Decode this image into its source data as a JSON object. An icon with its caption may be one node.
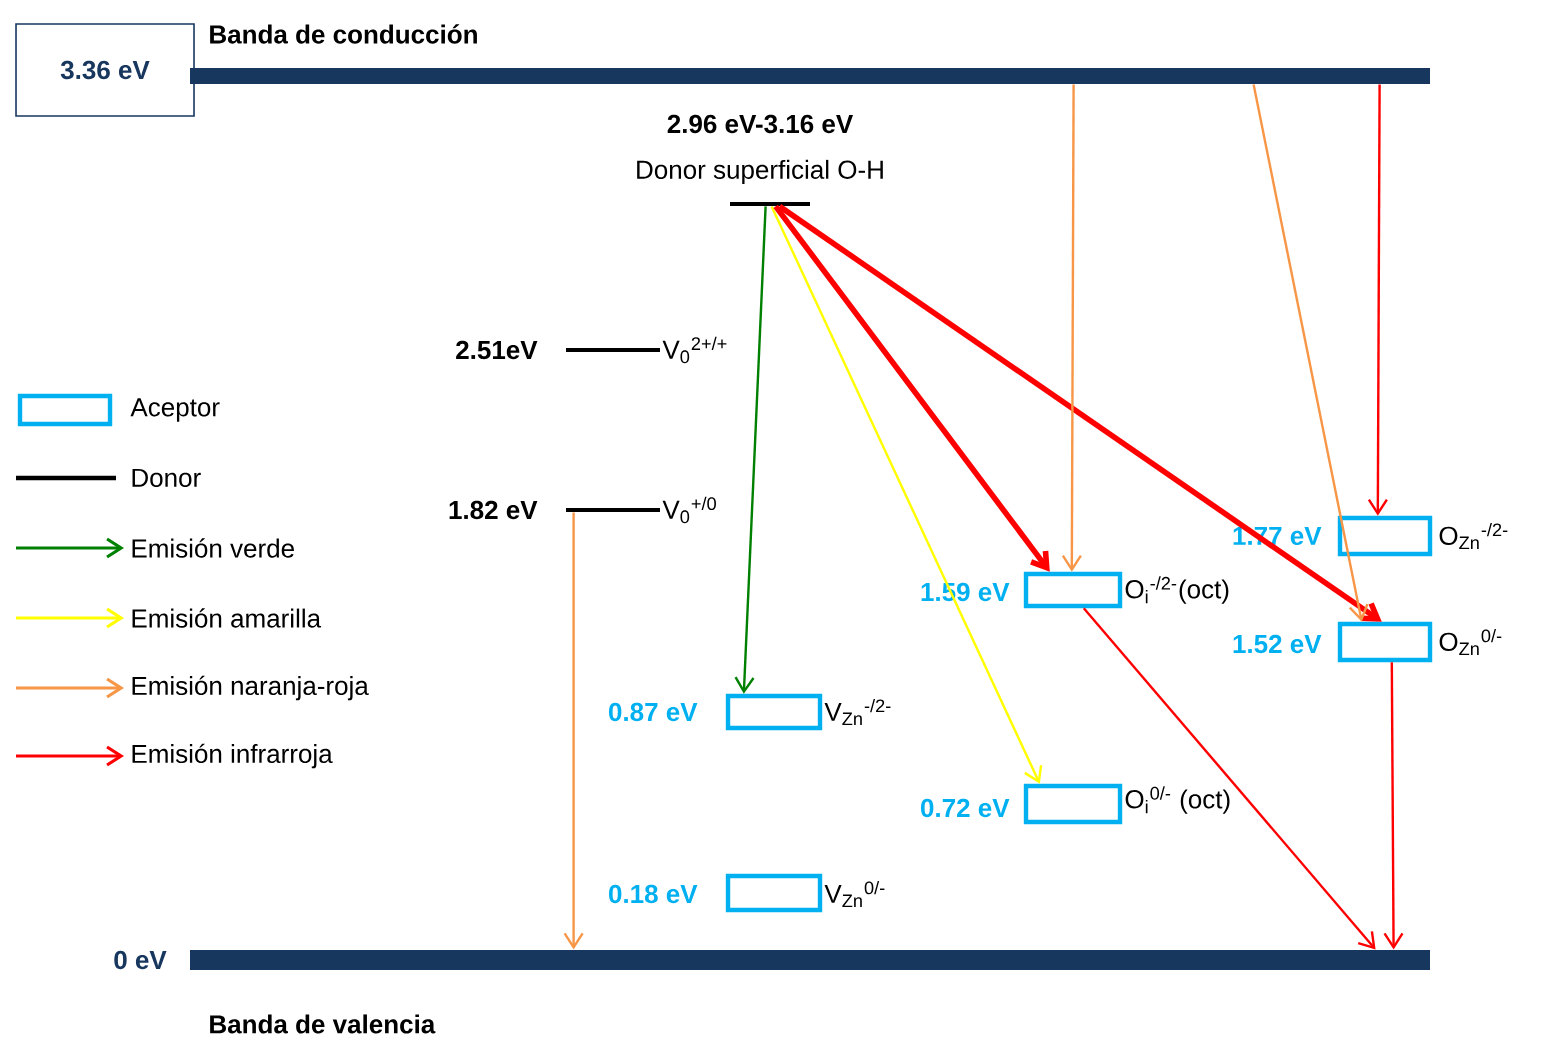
{
  "diagram": {
    "nodes": [
      {
        "text": [
          "Banda de conducción"
        ]
      },
      {
        "text": [
          "3.36 eV"
        ]
      },
      {
        "text": [
          "Banda de valencia"
        ],
        "beside": [
          "0 eV"
        ]
      },
      {
        "text": [
          "2.96 eV-3.16 eV",
          "Donor superficial O-H"
        ]
      },
      {
        "text": [
          "V$_{0}$$^{2+/+}$"
        ],
        "beside": [
          "2.51eV"
        ]
      },
      {
        "text": [
          "V$_{0}$$^{+/0}$"
        ],
        "beside": [
          "1.82 eV"
        ]
      },
      {
        "text": [
          "V$_{Zn}$$^{-/2-}$"
        ],
        "beside": [
          "0.87 eV"
        ]
      },
      {
        "text": [
          "V$_{Zn}$$^{0/-}$"
        ],
        "beside": [
          "0.18 eV"
        ]
      },
      {
        "text": [
          "O$_{i}$$^{-/2-}$(oct)"
        ],
        "beside": [
          "1.59 eV"
        ]
      },
      {
        "text": [
          "O$_{i}$$^{0/-}$ (oct)"
        ],
        "beside": [
          "0.72 eV"
        ]
      },
      {
        "text": [
          "O$_{Zn}$$^{-/2-}$"
        ],
        "beside": [
          "1.77 eV"
        ]
      },
      {
        "text": [
          "O$_{Zn}$$^{0/-}$"
        ],
        "beside": [
          "1.52 eV"
        ]
      }
    ],
    "edges": [
      {
        "from": 3,
        "to": 6,
        "arrow": "to",
        "color": "#008000"
      },
      {
        "from": 3,
        "to": 9,
        "arrow": "to",
        "color": "#ffff00"
      },
      {
        "from": 3,
        "to": 8,
        "arrow": "to",
        "style": "thick"
      },
      {
        "from": 3,
        "to": 11,
        "arrow": "to",
        "style": "thick"
      },
      {
        "from": 0,
        "to": 8,
        "arrow": "to",
        "color": "#f79646"
      },
      {
        "from": 0,
        "to": 11,
        "arrow": "to",
        "color": "#f79646"
      },
      {
        "from": 0,
        "to": 10,
        "arrow": "to"
      },
      {
        "from": 5,
        "to": 2,
        "arrow": "to",
        "color": "#f79646"
      },
      {
        "from": 8,
        "to": 2,
        "arrow": "to"
      },
      {
        "from": 11,
        "to": 2,
        "arrow": "to"
      }
    ],
    "legend": [
      {
        "text": "Aceptor"
      },
      {
        "text": "Donor"
      },
      {
        "text": "Emisión verde",
        "color": "#008000"
      },
      {
        "text": "Emisión amarilla",
        "color": "#ffff00"
      },
      {
        "text": "Emisión naranja-roja",
        "color": "#f79646"
      },
      {
        "text": "Emisión infrarroja",
        "color": "#ff0000"
      }
    ]
  }
}
